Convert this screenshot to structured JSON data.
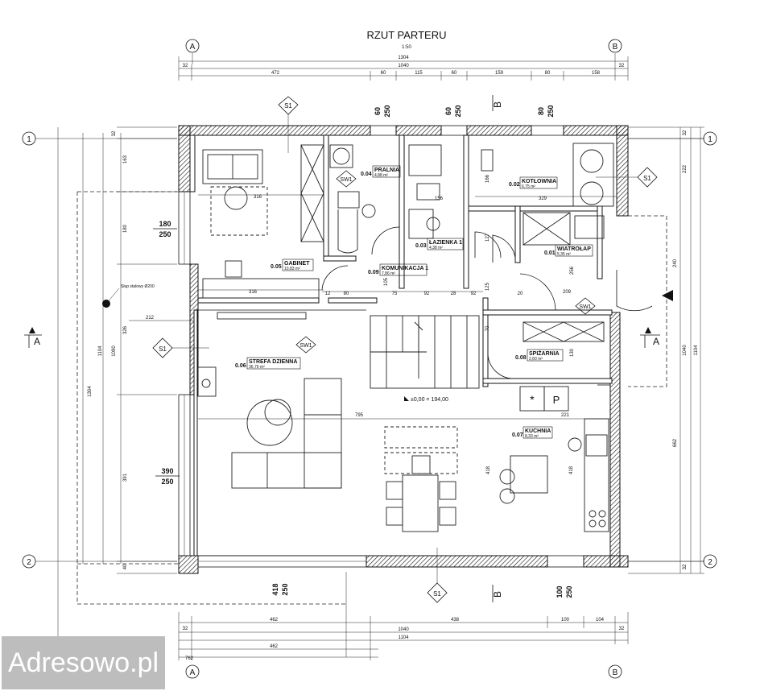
{
  "title": "RZUT PARTERU",
  "scale": "1:50",
  "axes": {
    "A": "A",
    "B": "B",
    "one": "1",
    "two": "2"
  },
  "sections": {
    "A": "A",
    "B": "B"
  },
  "markers": {
    "s1": "S1",
    "sw1": "SW1"
  },
  "column_note": "Słup stalowy Ø200",
  "level_note": "±0,00 = 194,00",
  "top_dims": {
    "total": "1304",
    "inner": "1040",
    "wall": "32",
    "segments": [
      "472",
      "60",
      "115",
      "60",
      "159",
      "80",
      "158"
    ]
  },
  "bottom_dims": {
    "row1": [
      "32",
      "462",
      "438",
      "100",
      "104",
      "32"
    ],
    "inner": "1040",
    "total": "1104",
    "row3": [
      "462",
      "762"
    ]
  },
  "left_dims": [
    "32",
    "163",
    "180",
    "326",
    "391",
    "40",
    "1090",
    "1104",
    "1304"
  ],
  "right_dims": [
    "32",
    "222",
    "240",
    "662",
    "1040",
    "1104"
  ],
  "windows": {
    "w1": {
      "w": "180",
      "h": "250"
    },
    "w2": {
      "w": "390",
      "h": "250"
    },
    "w3": {
      "w": "418",
      "h": "250"
    },
    "w4": {
      "w": "100",
      "h": "250"
    },
    "w5": {
      "w": "60",
      "h": "250"
    },
    "w6": {
      "w": "60",
      "h": "250"
    },
    "w7": {
      "w": "80",
      "h": "250"
    }
  },
  "rooms": [
    {
      "no": "0.04",
      "name": "PRALNIA",
      "area": "4,88 m²"
    },
    {
      "no": "0.02",
      "name": "KOTŁOWNIA",
      "area": "6,75 m²"
    },
    {
      "no": "0.03",
      "name": "ŁAZIENKA 1",
      "area": "4,38 m²"
    },
    {
      "no": "0.05",
      "name": "GABINET",
      "area": "10,83 m²"
    },
    {
      "no": "0.09",
      "name": "KOMUNIKACJA 1",
      "area": "7,86 m²"
    },
    {
      "no": "0.01",
      "name": "WIATROŁAP",
      "area": "5,35 m²"
    },
    {
      "no": "0.06",
      "name": "STREFA DZIENNA",
      "area": "36,76 m²"
    },
    {
      "no": "0.08",
      "name": "SPIŻARNIA",
      "area": "2,60 m²"
    },
    {
      "no": "0.07",
      "name": "KUCHNIA",
      "area": "8,33 m²"
    }
  ],
  "inner_dims": {
    "d316a": "316",
    "d316b": "316",
    "d329": "329",
    "d156": "156",
    "d166": "166",
    "d127": "127",
    "d256": "256",
    "d209": "209",
    "d212": "212",
    "d795": "795",
    "d221": "221",
    "d418a": "418",
    "d418b": "418",
    "d80": "80",
    "d75": "75",
    "d92a": "92",
    "d92b": "92",
    "d28": "28",
    "d20": "20",
    "d125": "125",
    "d70": "70",
    "d130": "130",
    "d105": "105",
    "d12": "12"
  },
  "watermark": "Adresowo.pl"
}
